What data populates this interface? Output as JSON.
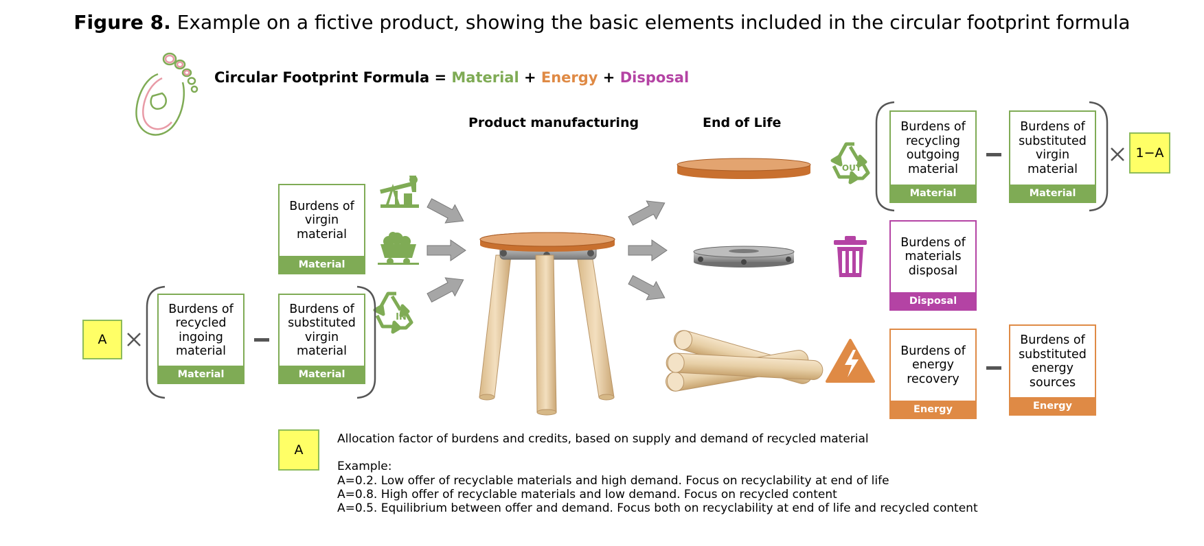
{
  "caption": {
    "label": "Figure 8.",
    "text": " Example on a fictive product, showing the basic elements included in the circular footprint formula"
  },
  "formula": {
    "prefix": "Circular Footprint Formula = ",
    "material": "Material",
    "plus1": " + ",
    "energy": "Energy",
    "plus2": " + ",
    "disposal": "Disposal"
  },
  "sections": {
    "manufacturing": "Product manufacturing",
    "end_of_life": "End of Life"
  },
  "boxes": {
    "virgin": {
      "text": "Burdens of\nvirgin\nmaterial",
      "label": "Material"
    },
    "recycled_in": {
      "text": "Burdens of\nrecycled\ningoing\nmaterial",
      "label": "Material"
    },
    "substituted_in": {
      "text": "Burdens of\nsubstituted\nvirgin\nmaterial",
      "label": "Material"
    },
    "recycling_out": {
      "text": "Burdens of\nrecycling\noutgoing\nmaterial",
      "label": "Material"
    },
    "substituted_out": {
      "text": "Burdens of\nsubstituted\nvirgin\nmaterial",
      "label": "Material"
    },
    "disposal": {
      "text": "Burdens of\nmaterials\ndisposal",
      "label": "Disposal"
    },
    "energy_recovery": {
      "text": "Burdens of\nenergy\nrecovery",
      "label": "Energy"
    },
    "substituted_energy": {
      "text": "Burdens of\nsubstituted\nenergy\nsources",
      "label": "Energy"
    }
  },
  "factors": {
    "a_left": "A",
    "one_minus_a": "1−A",
    "a_legend": "A"
  },
  "recycle_icons": {
    "in": "IN",
    "out": "OUT"
  },
  "icons": [
    "footprint-logo-icon",
    "oil-pump-icon",
    "coal-wagon-icon",
    "recycle-in-icon",
    "recycle-out-icon",
    "trash-bin-icon",
    "energy-warning-icon",
    "stool-icon",
    "stool-seat-icon",
    "stool-ring-icon",
    "stool-legs-icon"
  ],
  "colors": {
    "material": "#7fab55",
    "energy": "#df8a45",
    "disposal": "#b443a4",
    "factor_fill": "#ffff66",
    "arrow": "#a6a6a6"
  },
  "legend": {
    "definition": "Allocation factor of burdens and credits, based on supply and demand of recycled material",
    "example_title": "Example:",
    "examples": [
      "A=0.2. Low offer of recyclable materials and high demand. Focus on recyclability at end of life",
      "A=0.8. High offer of recyclable materials and low demand. Focus on recycled content",
      "A=0.5. Equilibrium between offer and demand. Focus both on recyclability at end of life and recycled content"
    ]
  }
}
